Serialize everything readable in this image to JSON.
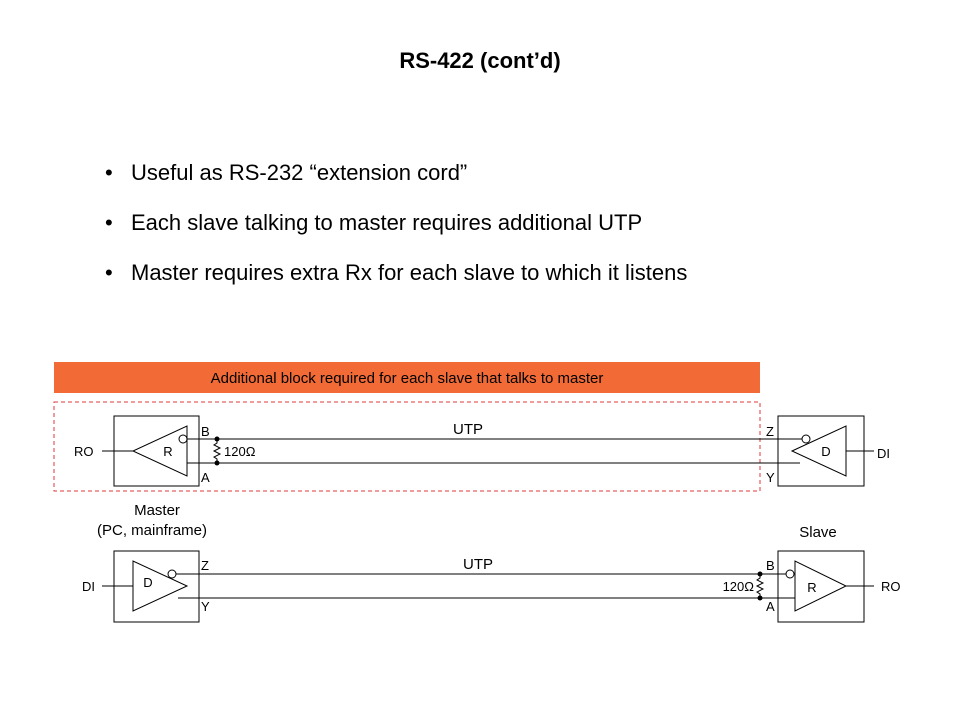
{
  "slide": {
    "title": "RS-422 (cont’d)",
    "bullets": [
      "Useful as RS-232 “extension cord”",
      "Each slave talking to master requires additional UTP",
      "Master requires extra Rx for each slave to which it listens"
    ]
  },
  "diagram": {
    "banner_text": "Additional block required for each slave that talks to master",
    "colors": {
      "banner": "#f26a36",
      "dashed_box": "#e03a3a",
      "line": "#000000"
    },
    "top_block": {
      "cable_label": "UTP",
      "left_device": {
        "label": "R",
        "output": "RO",
        "pin_top": "B",
        "pin_bottom": "A",
        "terminator": "120Ω"
      },
      "right_device": {
        "label": "D",
        "input": "DI",
        "pin_top": "Z",
        "pin_bottom": "Y"
      }
    },
    "bottom_block": {
      "cable_label": "UTP",
      "master_label_line1": "Master",
      "master_label_line2": "(PC, mainframe)",
      "slave_label": "Slave",
      "left_device": {
        "label": "D",
        "input": "DI",
        "pin_top": "Z",
        "pin_bottom": "Y"
      },
      "right_device": {
        "label": "R",
        "output": "RO",
        "pin_top": "B",
        "pin_bottom": "A",
        "terminator": "120Ω"
      }
    }
  }
}
